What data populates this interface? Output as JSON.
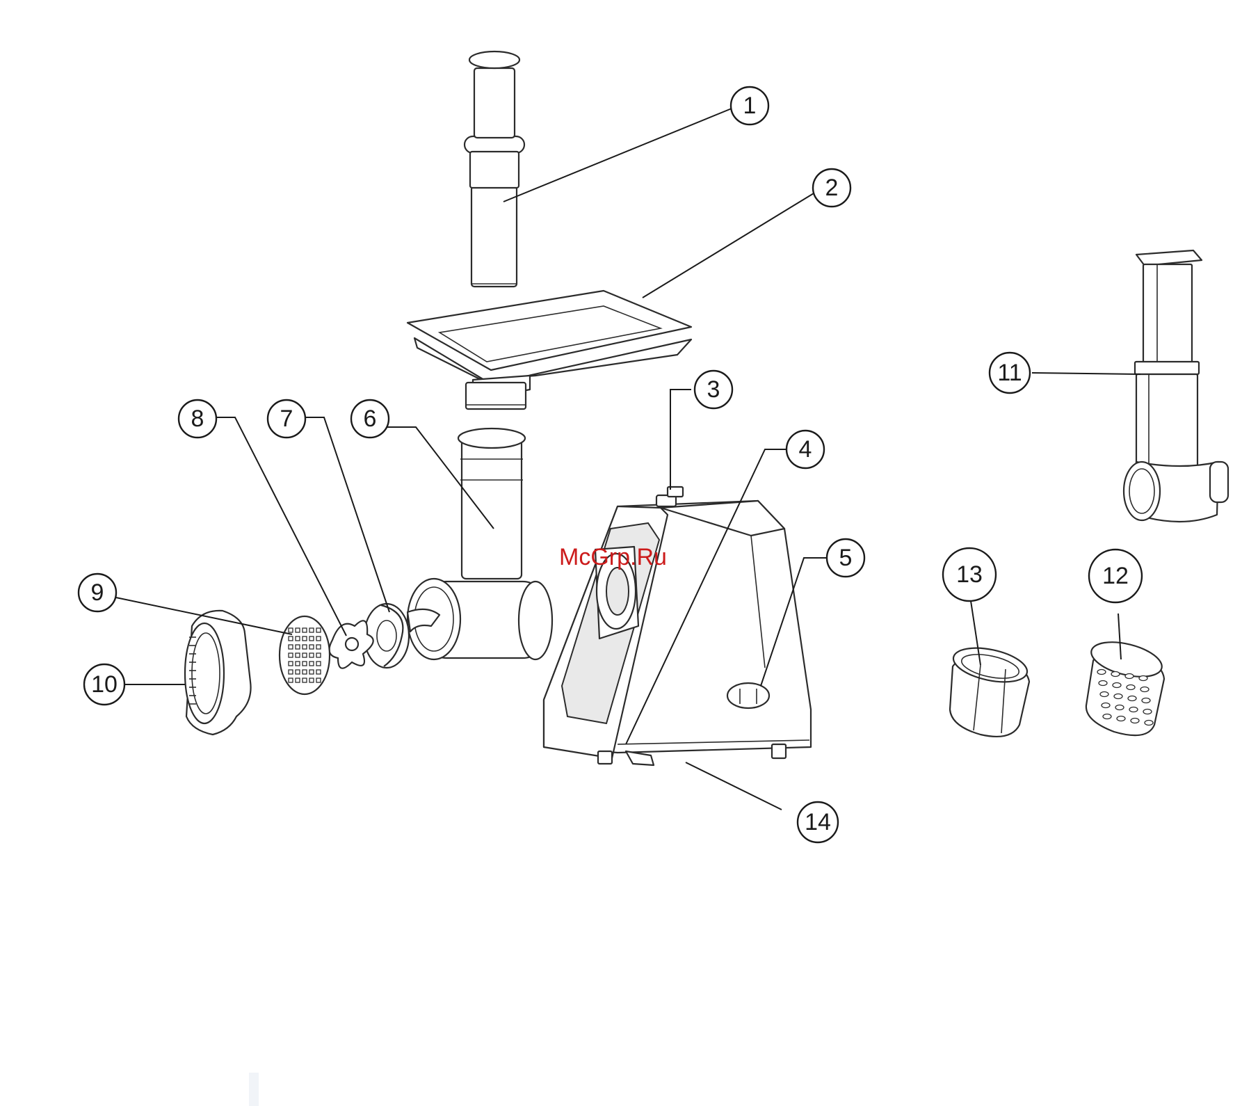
{
  "watermark": {
    "text": "McGrp.Ru",
    "color": "#cc1b1b"
  },
  "callouts": [
    {
      "id": "1",
      "label": "1"
    },
    {
      "id": "2",
      "label": "2"
    },
    {
      "id": "3",
      "label": "3"
    },
    {
      "id": "4",
      "label": "4"
    },
    {
      "id": "5",
      "label": "5"
    },
    {
      "id": "6",
      "label": "6"
    },
    {
      "id": "7",
      "label": "7"
    },
    {
      "id": "8",
      "label": "8"
    },
    {
      "id": "9",
      "label": "9"
    },
    {
      "id": "10",
      "label": "10"
    },
    {
      "id": "11",
      "label": "11"
    },
    {
      "id": "12",
      "label": "12"
    },
    {
      "id": "13",
      "label": "13"
    },
    {
      "id": "14",
      "label": "14"
    }
  ],
  "icons": {
    "pusher": "food-pusher-icon",
    "tray": "feeding-tray-icon",
    "body": "motor-body-icon",
    "grinder_head": "grinder-head-icon",
    "auger": "auger-screw-icon",
    "knife": "cutting-knife-icon",
    "plate": "mincing-plate-icon",
    "ring": "locking-ring-icon",
    "shredder": "shredder-attachment-icon",
    "drum_grater": "grater-drum-icon",
    "drum_slicer": "slicer-drum-icon"
  }
}
